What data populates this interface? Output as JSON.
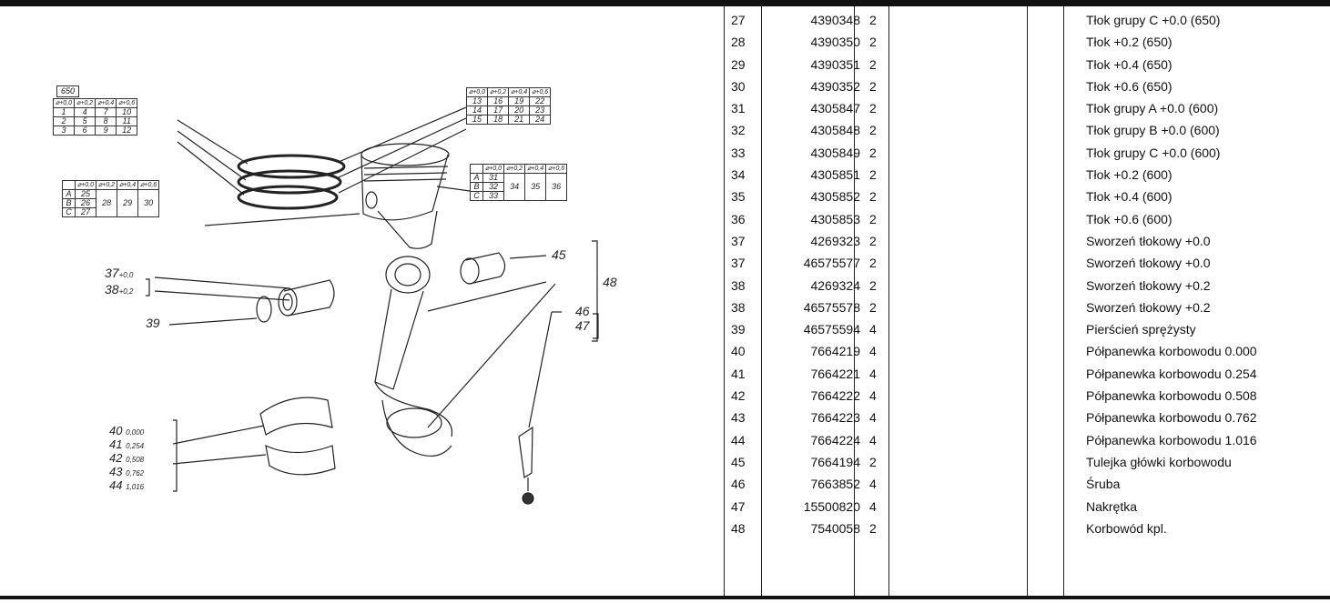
{
  "diagram": {
    "rings_label": "650",
    "rings_headers": [
      "⌀+0,0",
      "⌀+0,2",
      "⌀+0,4",
      "⌀+0,6"
    ],
    "rings_rows": [
      [
        "1",
        "4",
        "7",
        "10"
      ],
      [
        "2",
        "5",
        "8",
        "11"
      ],
      [
        "3",
        "6",
        "9",
        "12"
      ]
    ],
    "rings600_headers": [
      "⌀+0,0",
      "⌀+0,2",
      "⌀+0,4",
      "⌀+0,6"
    ],
    "rings600_rows": [
      [
        "13",
        "16",
        "19",
        "22"
      ],
      [
        "14",
        "17",
        "20",
        "23"
      ],
      [
        "15",
        "18",
        "21",
        "24"
      ]
    ],
    "piston650": {
      "headers": [
        "⌀+0,0",
        "⌀+0,2",
        "⌀+0,4",
        "⌀+0,6"
      ],
      "rows": [
        [
          "A",
          "25"
        ],
        [
          "B",
          "26",
          "28",
          "29",
          "30"
        ],
        [
          "C",
          "27"
        ]
      ]
    },
    "piston600": {
      "headers": [
        "⌀+0,0",
        "⌀+0,2",
        "⌀+0,4",
        "⌀+0,6"
      ],
      "rows": [
        [
          "A",
          "31"
        ],
        [
          "B",
          "32",
          "34",
          "35",
          "36"
        ],
        [
          "C",
          "33"
        ]
      ]
    },
    "callouts": {
      "c37": "37",
      "c37s": "+0,0",
      "c38": "38",
      "c38s": "+0,2",
      "c39": "39",
      "c45": "45",
      "c46": "46",
      "c47": "47",
      "c48": "48",
      "c40": "40",
      "c40s": "0,000",
      "c41": "41",
      "c41s": "0,254",
      "c42": "42",
      "c42s": "0,508",
      "c43": "43",
      "c43s": "0,762",
      "c44": "44",
      "c44s": "1,016"
    }
  },
  "parts": [
    {
      "idx": "27",
      "num": "4390348",
      "qty": "2",
      "desc": "Tłok grupy C +0.0 (650)"
    },
    {
      "idx": "28",
      "num": "4390350",
      "qty": "2",
      "desc": "Tłok +0.2 (650)"
    },
    {
      "idx": "29",
      "num": "4390351",
      "qty": "2",
      "desc": "Tłok +0.4 (650)"
    },
    {
      "idx": "30",
      "num": "4390352",
      "qty": "2",
      "desc": "Tłok +0.6 (650)"
    },
    {
      "idx": "31",
      "num": "4305847",
      "qty": "2",
      "desc": "Tłok grupy A +0.0 (600)"
    },
    {
      "idx": "32",
      "num": "4305848",
      "qty": "2",
      "desc": "Tłok grupy B +0.0 (600)"
    },
    {
      "idx": "33",
      "num": "4305849",
      "qty": "2",
      "desc": "Tłok grupy C +0.0 (600)"
    },
    {
      "idx": "34",
      "num": "4305851",
      "qty": "2",
      "desc": "Tłok +0.2 (600)"
    },
    {
      "idx": "35",
      "num": "4305852",
      "qty": "2",
      "desc": "Tłok +0.4 (600)"
    },
    {
      "idx": "36",
      "num": "4305853",
      "qty": "2",
      "desc": "Tłok +0.6 (600)"
    },
    {
      "idx": "37",
      "num": "4269323",
      "qty": "2",
      "desc": "Sworzeń tłokowy +0.0"
    },
    {
      "idx": "37",
      "num": "46575577",
      "qty": "2",
      "desc": "Sworzeń tłokowy +0.0"
    },
    {
      "idx": "38",
      "num": "4269324",
      "qty": "2",
      "desc": "Sworzeń tłokowy +0.2"
    },
    {
      "idx": "38",
      "num": "46575578",
      "qty": "2",
      "desc": "Sworzeń tłokowy +0.2"
    },
    {
      "idx": "39",
      "num": "46575594",
      "qty": "4",
      "desc": "Pierścień sprężysty"
    },
    {
      "idx": "40",
      "num": "7664219",
      "qty": "4",
      "desc": "Półpanewka korbowodu 0.000"
    },
    {
      "idx": "41",
      "num": "7664221",
      "qty": "4",
      "desc": "Półpanewka korbowodu 0.254"
    },
    {
      "idx": "42",
      "num": "7664222",
      "qty": "4",
      "desc": "Półpanewka korbowodu 0.508"
    },
    {
      "idx": "43",
      "num": "7664223",
      "qty": "4",
      "desc": "Półpanewka korbowodu 0.762"
    },
    {
      "idx": "44",
      "num": "7664224",
      "qty": "4",
      "desc": "Półpanewka korbowodu 1.016"
    },
    {
      "idx": "45",
      "num": "7664194",
      "qty": "2",
      "desc": "Tulejka główki korbowodu"
    },
    {
      "idx": "46",
      "num": "7663852",
      "qty": "4",
      "desc": "Śruba"
    },
    {
      "idx": "47",
      "num": "15500820",
      "qty": "4",
      "desc": "Nakrętka"
    },
    {
      "idx": "48",
      "num": "7540058",
      "qty": "2",
      "desc": "Korbowód kpl."
    }
  ]
}
